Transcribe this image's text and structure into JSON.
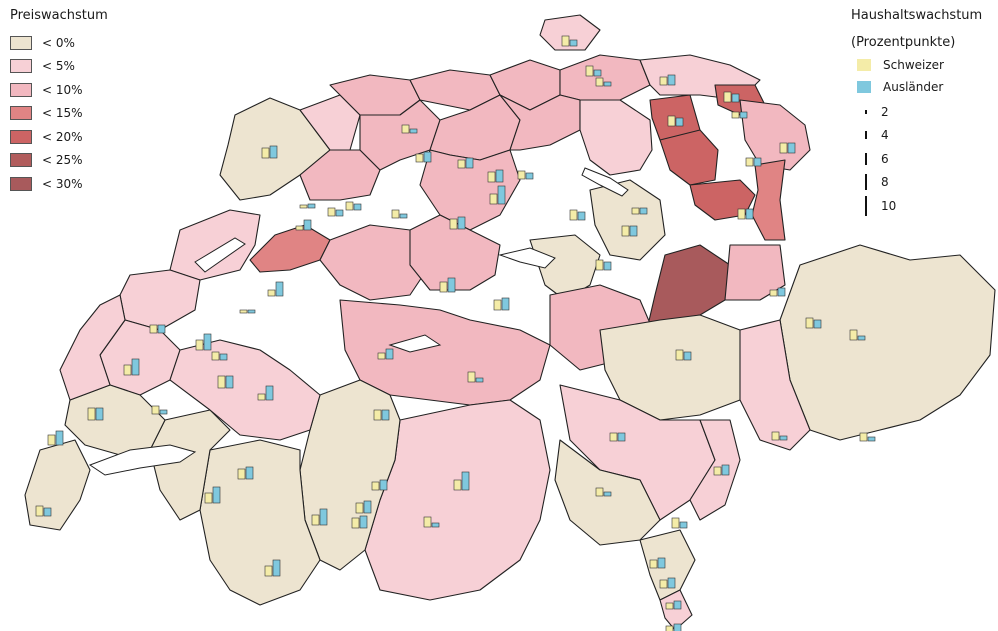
{
  "map": {
    "title_left": "Preiswachstum",
    "title_right_line1": "Haushaltswachstum",
    "title_right_line2": "(Prozentpunkte)",
    "price_classes": [
      {
        "label": "<  0%",
        "color": "#ede4d0"
      },
      {
        "label": "<  5%",
        "color": "#f7d0d6"
      },
      {
        "label": "< 10%",
        "color": "#f2b8c0"
      },
      {
        "label": "< 15%",
        "color": "#e08484"
      },
      {
        "label": "< 20%",
        "color": "#cc6464"
      },
      {
        "label": "< 25%",
        "color": "#b15c5c"
      },
      {
        "label": "< 30%",
        "color": "#a85a5c"
      }
    ],
    "series": [
      {
        "label": "Schweizer",
        "color": "#f4eca8"
      },
      {
        "label": "Ausländer",
        "color": "#7fc8de"
      }
    ],
    "bar_scale": [
      {
        "label": "2",
        "value": 2
      },
      {
        "label": "4",
        "value": 4
      },
      {
        "label": "6",
        "value": 6
      },
      {
        "label": "8",
        "value": 8
      },
      {
        "label": "10",
        "value": 10
      }
    ]
  }
}
